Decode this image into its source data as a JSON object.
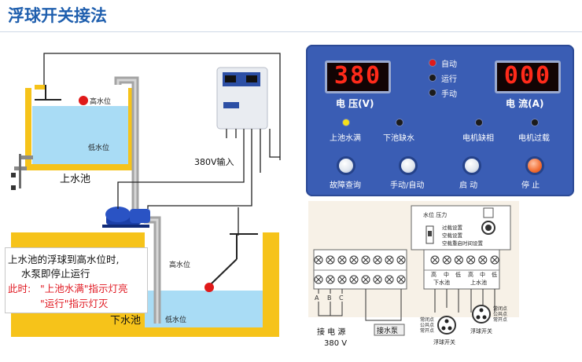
{
  "title": "浮球开关接法",
  "diagram": {
    "upper_tank": "上水池",
    "lower_tank": "下水池",
    "high_level": "高水位",
    "low_level": "低水位",
    "power_input": "380V输入",
    "pump_label": "接水泵",
    "power_label": "接 电 源",
    "voltage": "380 V",
    "phases": [
      "A",
      "B",
      "C"
    ],
    "float_switch": "浮球开关",
    "float_contacts": [
      "常闭点",
      "公共点",
      "常开点"
    ]
  },
  "note": {
    "line1": "上水池的浮球到高水位时,",
    "line2": "水泵即停止运行",
    "line3_prefix": "此时:",
    "line3": "\"上池水满\"指示灯亮",
    "line4": "\"运行\"指示灯灭"
  },
  "panel": {
    "voltage_display": "380",
    "current_display": "000",
    "voltage_label": "电 压(V)",
    "current_label": "电 流(A)",
    "modes": [
      {
        "label": "自动",
        "led": "red"
      },
      {
        "label": "运行",
        "led": "off"
      },
      {
        "label": "手动",
        "led": "off"
      }
    ],
    "indicators": [
      {
        "label": "上池水满",
        "led": "yellow"
      },
      {
        "label": "下池缺水",
        "led": "off"
      },
      {
        "label": "电机缺相",
        "led": "off"
      },
      {
        "label": "电机过载",
        "led": "off"
      }
    ],
    "buttons": [
      "故障查询",
      "手动/自动",
      "启 动",
      "停 止"
    ]
  },
  "wiring": {
    "dip_label": "水位  压力",
    "options": [
      "过载设置",
      "空载设置",
      "空载重启时间设置"
    ],
    "upper_terminals": [
      "高",
      "中",
      "低"
    ],
    "upper_group": "下水池",
    "lower_terminals": [
      "高",
      "中",
      "低"
    ],
    "lower_group": "上水池"
  },
  "colors": {
    "title": "#1f5fae",
    "water": "#a9dcf5",
    "tank": "#f6c31a",
    "panel": "#3a5db4",
    "digits": "#ff2a1a"
  }
}
